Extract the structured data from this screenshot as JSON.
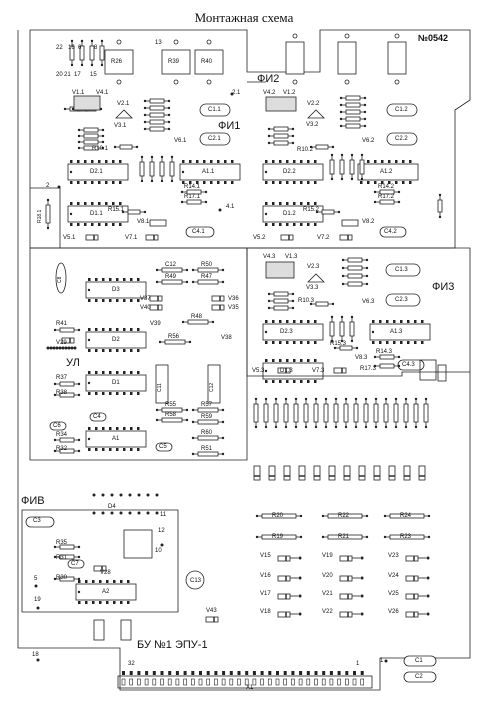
{
  "title": "Монтажная схема",
  "doc_number": "№0542",
  "blocks": {
    "fi1": "ФИ1",
    "fi2": "ФИ2",
    "fi3": "ФИ3",
    "ul": "УЛ",
    "fiv": "ФИВ",
    "board": "БУ №1 ЭПУ-1"
  },
  "connector": {
    "name": "X1",
    "pin_first": "1",
    "pin_last": "32"
  },
  "top_resistors": [
    "R26",
    "R39",
    "R40"
  ],
  "fi1_parts": [
    "C1.1",
    "C2.1",
    "D2.1",
    "A1.1",
    "D1.1",
    "C4.1",
    "V5.1",
    "V7.1",
    "V8.1",
    "V1.1",
    "V2.1",
    "V4.1",
    "V3.1",
    "V6.1",
    "R18.1",
    "R10.1",
    "R14.1",
    "R17.1",
    "R15.1",
    "R16.1"
  ],
  "fi2_parts": [
    "C1.2",
    "C2.2",
    "D2.2",
    "A1.2",
    "D1.2",
    "C4.2",
    "V5.2",
    "V7.2",
    "V8.2",
    "V1.2",
    "V2.2",
    "V4.2",
    "V3.2",
    "V6.2",
    "R10.2",
    "R14.2",
    "R17.2",
    "R15.2",
    "R16.2"
  ],
  "fi3_parts": [
    "C1.3",
    "C2.3",
    "D2.3",
    "A1.3",
    "D1.3",
    "C4.3",
    "V5.3",
    "V7.3",
    "V8.3",
    "V1.3",
    "V2.3",
    "V4.3",
    "V3.3",
    "V6.3",
    "R10.3",
    "R14.3",
    "R17.3",
    "R15.3"
  ],
  "ul_parts": [
    "D3",
    "D2",
    "D1",
    "A1",
    "C4",
    "C5",
    "C6",
    "C8",
    "C11",
    "C12",
    "R49",
    "R50",
    "R47",
    "R48",
    "R56",
    "R55",
    "R57",
    "R58",
    "R59",
    "R60",
    "R51",
    "R52",
    "V36",
    "V35",
    "V37",
    "V40",
    "V38",
    "V39",
    "R41",
    "V29",
    "R37",
    "R38",
    "R34",
    "R32"
  ],
  "fiv_parts": [
    "C3",
    "D4",
    "A2",
    "R35",
    "R31",
    "R30",
    "C7",
    "V28",
    "C13",
    "V43"
  ],
  "bottom_resistors": [
    "R20",
    "R22",
    "R24",
    "R19",
    "R21",
    "R23"
  ],
  "bottom_diodes": [
    "V15",
    "V19",
    "V23",
    "V16",
    "V20",
    "V24",
    "V17",
    "V21",
    "V25",
    "V18",
    "V22",
    "V26"
  ],
  "right_caps": [
    "C1",
    "C2"
  ],
  "pin_numbers": [
    "22",
    "16",
    "6",
    "8",
    "20",
    "21",
    "17",
    "15",
    "13",
    "2",
    "5",
    "19",
    "18",
    "1",
    "4.1",
    "2.1",
    "11",
    "12",
    "10"
  ]
}
